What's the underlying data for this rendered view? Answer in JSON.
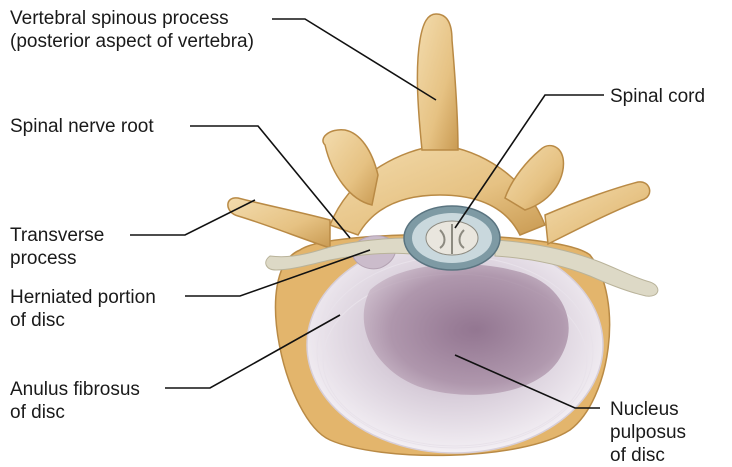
{
  "labels": {
    "spinous_line1": "Vertebral spinous process",
    "spinous_line2": "(posterior aspect of vertebra)",
    "spinal_cord": "Spinal cord",
    "nerve_root": "Spinal nerve root",
    "transverse_line1": "Transverse",
    "transverse_line2": "process",
    "herniated_line1": "Herniated portion",
    "herniated_line2": "of disc",
    "anulus_line1": "Anulus fibrosus",
    "anulus_line2": "of disc",
    "nucleus_line1": "Nucleus",
    "nucleus_line2": "pulposus",
    "nucleus_line3": "of disc"
  },
  "colors": {
    "bone": "#e9c98f",
    "bone_shadow": "#c99a52",
    "disc_outer": "#ece6ee",
    "nucleus": "#9a7d98",
    "nerve": "#d9d6c4",
    "cord_sheath": "#7e9aa4",
    "leader": "#111111"
  }
}
